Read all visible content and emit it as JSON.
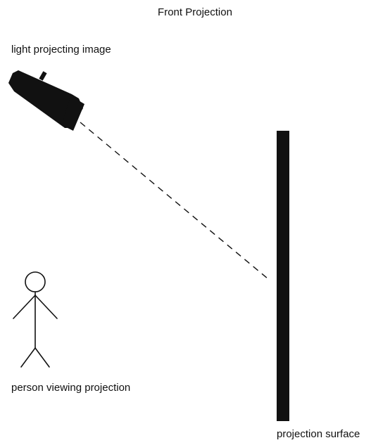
{
  "title": "Front Projection",
  "labels": {
    "projector": "light projecting image",
    "person": "person viewing projection",
    "surface": "projection surface"
  },
  "colors": {
    "ink": "#111111",
    "background": "#ffffff"
  },
  "icons": {
    "projector": "projector-icon",
    "person": "stick-figure-icon"
  }
}
